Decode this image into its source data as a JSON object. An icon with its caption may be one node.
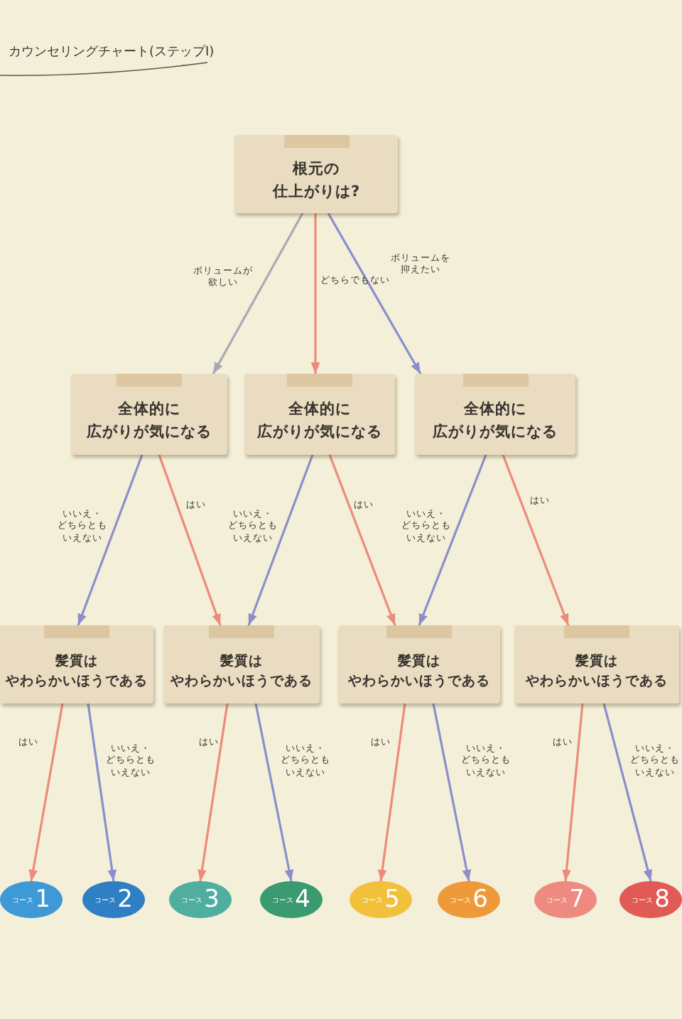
{
  "diagram": {
    "title": "カウンセリングチャート(ステップI)",
    "nodes": [
      {
        "text": [
          "根元の仕上がりは?"
        ]
      },
      {
        "text": [
          "全体的に広がりが気になる"
        ]
      },
      {
        "text": [
          "全体的に広がりが気になる"
        ]
      },
      {
        "text": [
          "全体的に広がりが気になる"
        ]
      },
      {
        "text": [
          "髪質はやわらかいほうである"
        ]
      },
      {
        "text": [
          "髪質はやわらかいほうである"
        ]
      },
      {
        "text": [
          "髪質はやわらかいほうである"
        ]
      },
      {
        "text": [
          "髪質はやわらかいほうである"
        ]
      },
      {
        "text": [
          "コース",
          "1"
        ]
      },
      {
        "text": [
          "コース",
          "2"
        ]
      },
      {
        "text": [
          "コース",
          "3"
        ]
      },
      {
        "text": [
          "コース",
          "4"
        ]
      },
      {
        "text": [
          "コース",
          "5"
        ]
      },
      {
        "text": [
          "コース",
          "6"
        ]
      },
      {
        "text": [
          "コース",
          "7"
        ]
      },
      {
        "text": [
          "コース",
          "8"
        ]
      }
    ],
    "edges": [
      {
        "from": 0,
        "to": 1,
        "arrow": "to",
        "label": "ボリュームが欲しい",
        "color": "#a9a9b4"
      },
      {
        "from": 0,
        "to": 2,
        "arrow": "to",
        "label": "どちらでもない",
        "color": "#ee8a7a"
      },
      {
        "from": 0,
        "to": 3,
        "arrow": "to",
        "label": "ボリュームを抑えたい",
        "color": "#8a8fcc"
      },
      {
        "from": 1,
        "to": 4,
        "arrow": "to",
        "label": "いいえ・どちらともいえない",
        "color": "#8a8fcc"
      },
      {
        "from": 1,
        "to": 5,
        "arrow": "to",
        "label": "はい",
        "color": "#ee8a7a"
      },
      {
        "from": 2,
        "to": 5,
        "arrow": "to",
        "label": "いいえ・どちらともいえない",
        "color": "#8a8fcc"
      },
      {
        "from": 2,
        "to": 6,
        "arrow": "to",
        "label": "はい",
        "color": "#ee8a7a"
      },
      {
        "from": 3,
        "to": 6,
        "arrow": "to",
        "label": "いいえ・どちらともいえない",
        "color": "#8a8fcc"
      },
      {
        "from": 3,
        "to": 7,
        "arrow": "to",
        "label": "はい",
        "color": "#ee8a7a"
      },
      {
        "from": 4,
        "to": 8,
        "arrow": "to",
        "label": "はい",
        "color": "#ee8a7a"
      },
      {
        "from": 4,
        "to": 9,
        "arrow": "to",
        "label": "いいえ・どちらともいえない",
        "color": "#8a8fcc"
      },
      {
        "from": 5,
        "to": 10,
        "arrow": "to",
        "label": "はい",
        "color": "#ee8a7a"
      },
      {
        "from": 5,
        "to": 11,
        "arrow": "to",
        "label": "いいえ・どちらともいえない",
        "color": "#8a8fcc"
      },
      {
        "from": 6,
        "to": 12,
        "arrow": "to",
        "label": "はい",
        "color": "#ee8a7a"
      },
      {
        "from": 6,
        "to": 13,
        "arrow": "to",
        "label": "いいえ・どちらともいえない",
        "color": "#8a8fcc"
      },
      {
        "from": 7,
        "to": 14,
        "arrow": "to",
        "label": "はい",
        "color": "#ee8a7a"
      },
      {
        "from": 7,
        "to": 15,
        "arrow": "to",
        "label": "いいえ・どちらともいえない",
        "color": "#8a8fcc"
      }
    ]
  }
}
